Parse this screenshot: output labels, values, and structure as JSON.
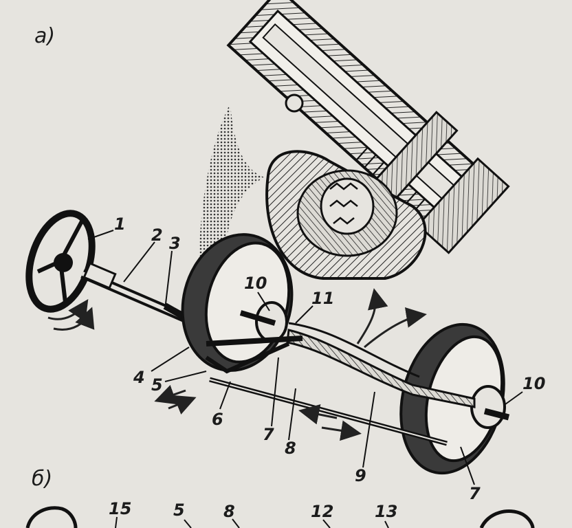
{
  "sections": {
    "a": "а)",
    "b": "б)"
  },
  "callouts_top": [
    "1",
    "2",
    "3",
    "4",
    "5",
    "6",
    "7",
    "8",
    "9",
    "10",
    "11"
  ],
  "callouts_right": {
    "wheel_hub_right": "10",
    "tie_rod_end_right": "7"
  },
  "callouts_bottom": [
    "15",
    "5",
    "8",
    "12",
    "13"
  ]
}
